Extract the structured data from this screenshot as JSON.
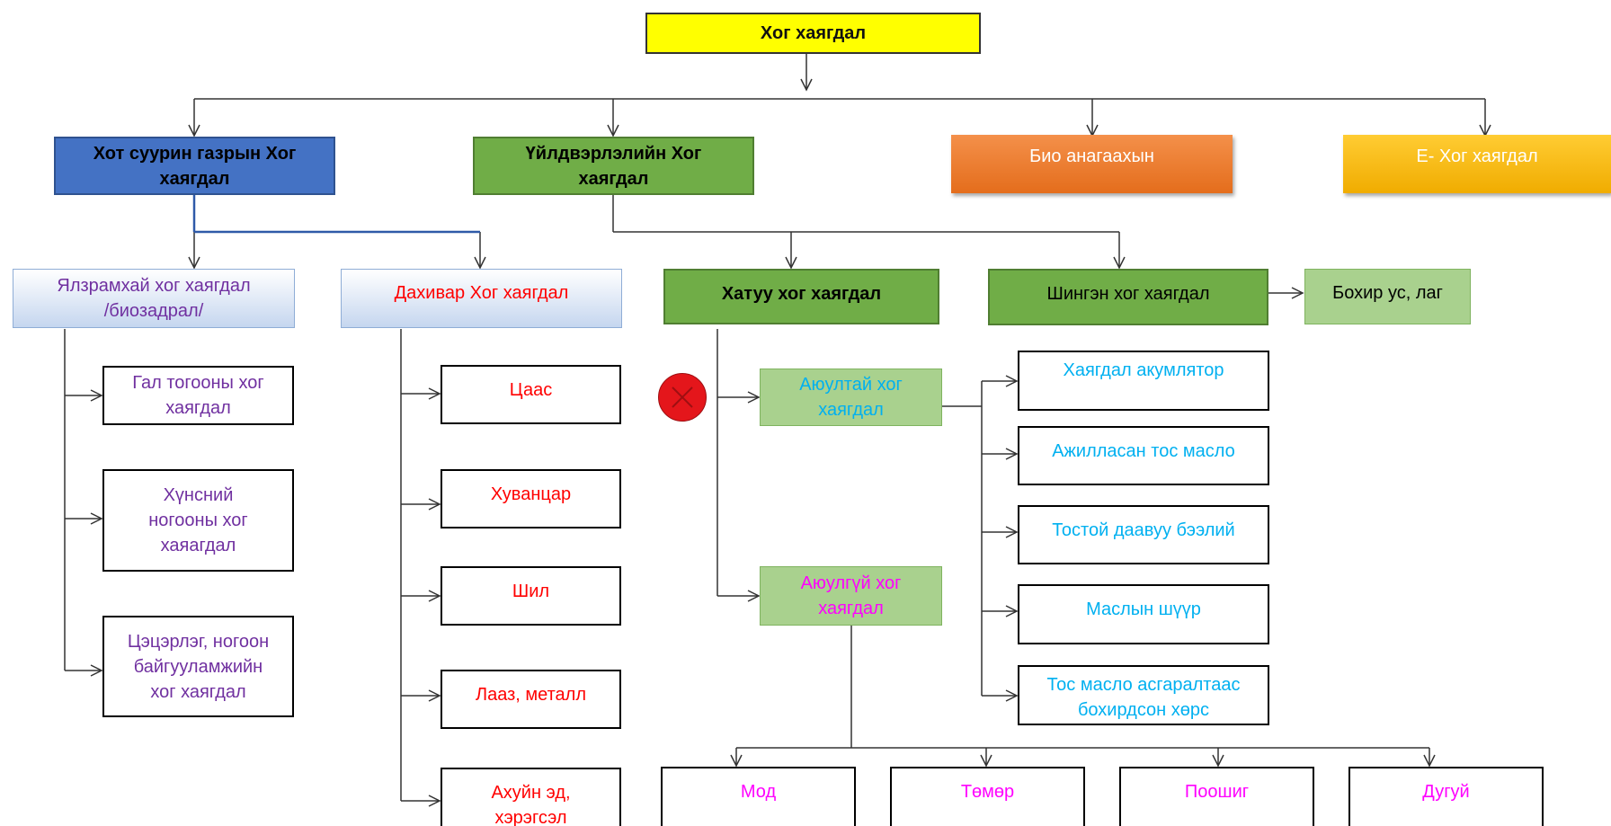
{
  "root": "Хог хаягдал",
  "categories": {
    "municipal": "Хот суурин газрын Хог\nхаягдал",
    "industrial": "Үйлдвэрлэлийн  Хог\nхаягдал",
    "biomedical": "Био анагаахын",
    "electronic": "E- Хог хаягдал"
  },
  "municipal": {
    "organic": "Ялзрамхай хог хаягдал\n/биозадрал/",
    "recyclable": "Дахивар Хог хаягдал",
    "organic_items": [
      "Гал тогооны хог\nхаягдал",
      "Хүнсний\nногооны хог\nхаяагдал",
      "Цэцэрлэг, ногоон\nбайгууламжийн\nхог хаягдал"
    ],
    "recyclable_items": [
      "Цаас",
      "Хуванцар",
      "Шил",
      "Лааз, металл",
      "Ахуйн эд,\nхэрэгсэл"
    ]
  },
  "industrial": {
    "solid": "Хатуу хог хаягдал",
    "liquid": "Шингэн хог хаягдал",
    "liquid_item": "Бохир ус, лаг",
    "hazardous": "Аюултай хог\nхаягдал",
    "nonhazardous": "Аюулгүй хог\nхаягдал",
    "hazardous_items": [
      "Хаягдал акумлятор",
      "Ажилласан тос масло",
      "Тостой даавуу бээлий",
      "Маслын шүүр",
      "Тос масло асгаралтаас\nбохирдсон хөрс"
    ],
    "nonhazardous_items": [
      "Мод",
      "Төмөр",
      "Поошиг",
      "Дугуй"
    ]
  },
  "colors": {
    "root": "#ffff00",
    "municipal": "#4472c4",
    "industrial": "#70ad47",
    "biomedical": "#ed7d31",
    "electronic": "#ffc000",
    "purple_text": "#7030a0",
    "red_text": "#ff0000",
    "cyan_text": "#00b0f0",
    "magenta_text": "#ff00ff",
    "stop_marker": "#e4161b"
  },
  "icons": {
    "stop_marker": "red-circle-x-icon"
  }
}
